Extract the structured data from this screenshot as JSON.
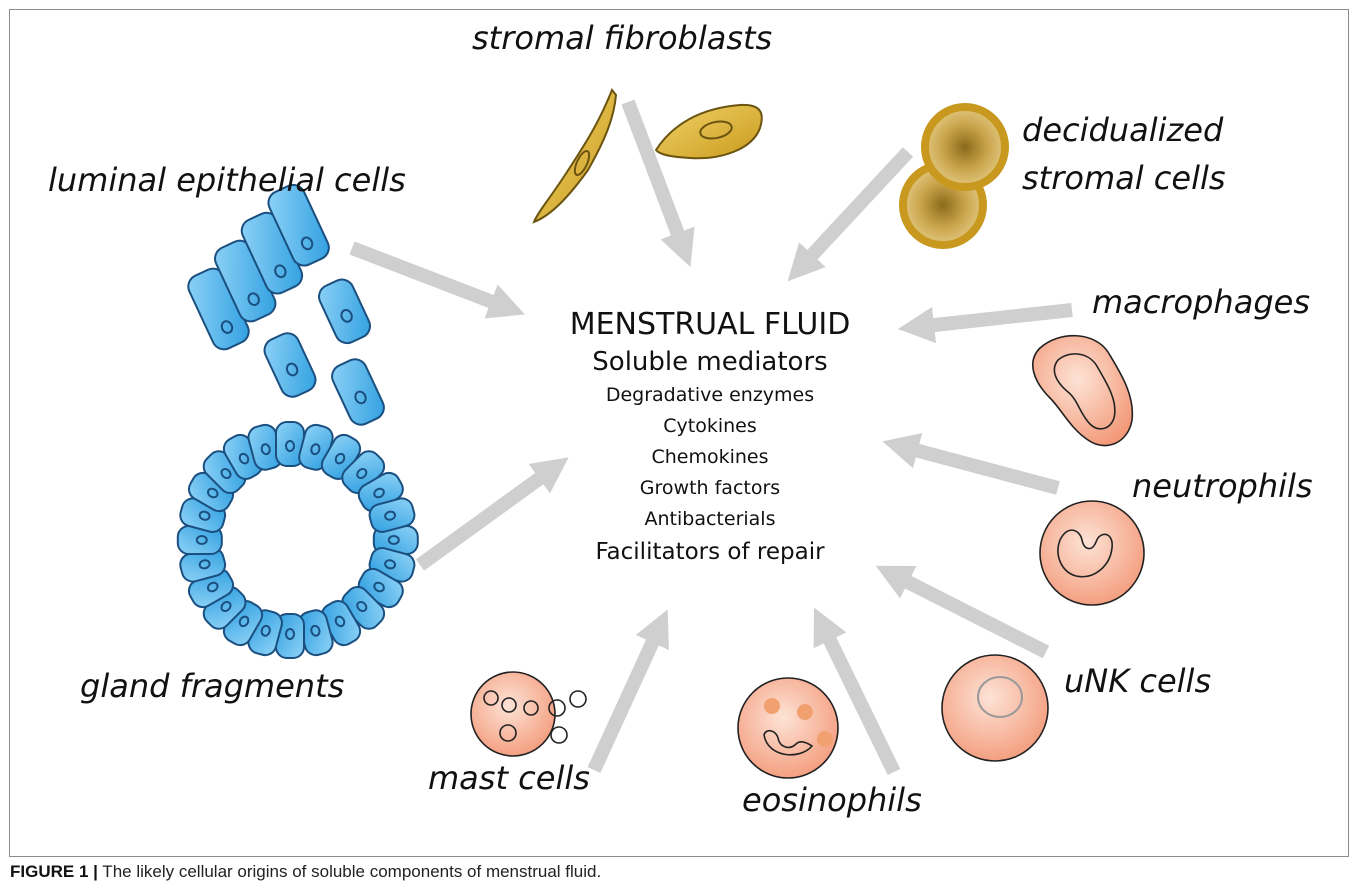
{
  "labels": {
    "stromal_fibroblasts": "stromal fibroblasts",
    "decidualized_line1": "decidualized",
    "decidualized_line2": "stromal cells",
    "luminal_epithelial": "luminal epithelial cells",
    "macrophages": "macrophages",
    "neutrophils": "neutrophils",
    "gland_fragments": "gland fragments",
    "unk_cells": "uNK cells",
    "mast_cells": "mast cells",
    "eosinophils": "eosinophils"
  },
  "center": {
    "title": "MENSTRUAL FLUID",
    "subtitle": "Soluble mediators",
    "items": [
      "Degradative enzymes",
      "Cytokines",
      "Chemokines",
      "Growth  factors",
      "Antibacterials"
    ],
    "footer": "Facilitators of repair"
  },
  "caption": {
    "figure_label": "FIGURE 1 |",
    "text": " The likely cellular origins of soluble components of menstrual fluid."
  },
  "colors": {
    "arrow": "#cfcfcf",
    "epithelial_fill": "#5bb8ec",
    "epithelial_stroke": "#1a4f80",
    "stromal_fill": "#e0b53c",
    "decidual_ring": "#c8991e",
    "immune_fill": "#f6a98a",
    "immune_stroke": "#333333"
  }
}
